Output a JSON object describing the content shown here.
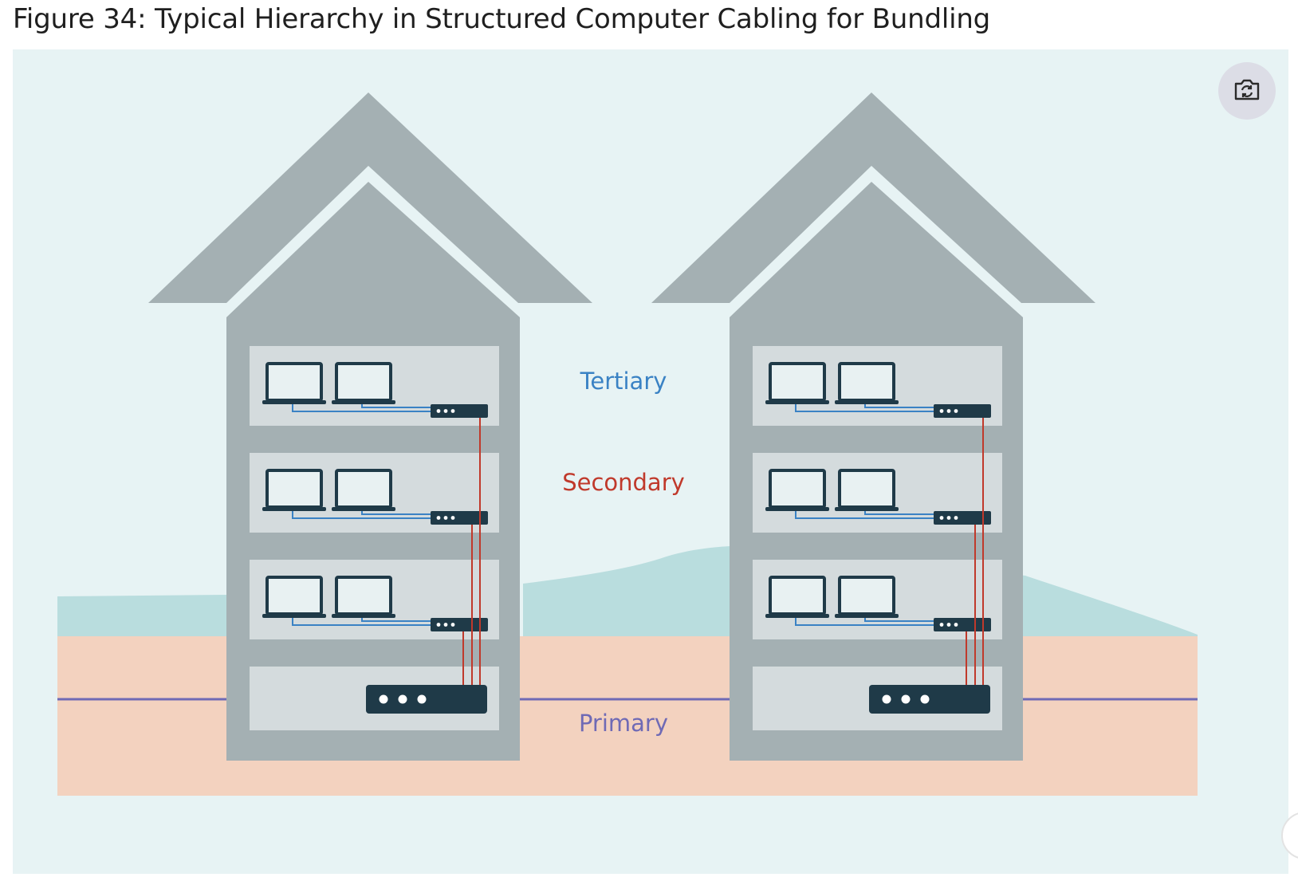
{
  "caption": "Figure 34: Typical Hierarchy in Structured Computer Cabling for Bundling",
  "labels": {
    "tertiary": "Tertiary",
    "secondary": "Secondary",
    "primary": "Primary"
  },
  "colors": {
    "background": "#e7f3f4",
    "ground": "#f3d2bf",
    "hill": "#b9ddde",
    "building": "#a4b0b3",
    "floor": "#d4dbdd",
    "device": "#1f3a48",
    "tertiary": "#3a82c4",
    "secondary": "#c0392b",
    "primary": "#6f6ab5"
  },
  "icons": {
    "camera_button": "camera-rotate-icon"
  },
  "buildings": [
    {
      "floors": 4,
      "computers_per_floor": 2,
      "switches": 3,
      "main_switch": 1
    },
    {
      "floors": 4,
      "computers_per_floor": 2,
      "switches": 3,
      "main_switch": 1
    }
  ]
}
